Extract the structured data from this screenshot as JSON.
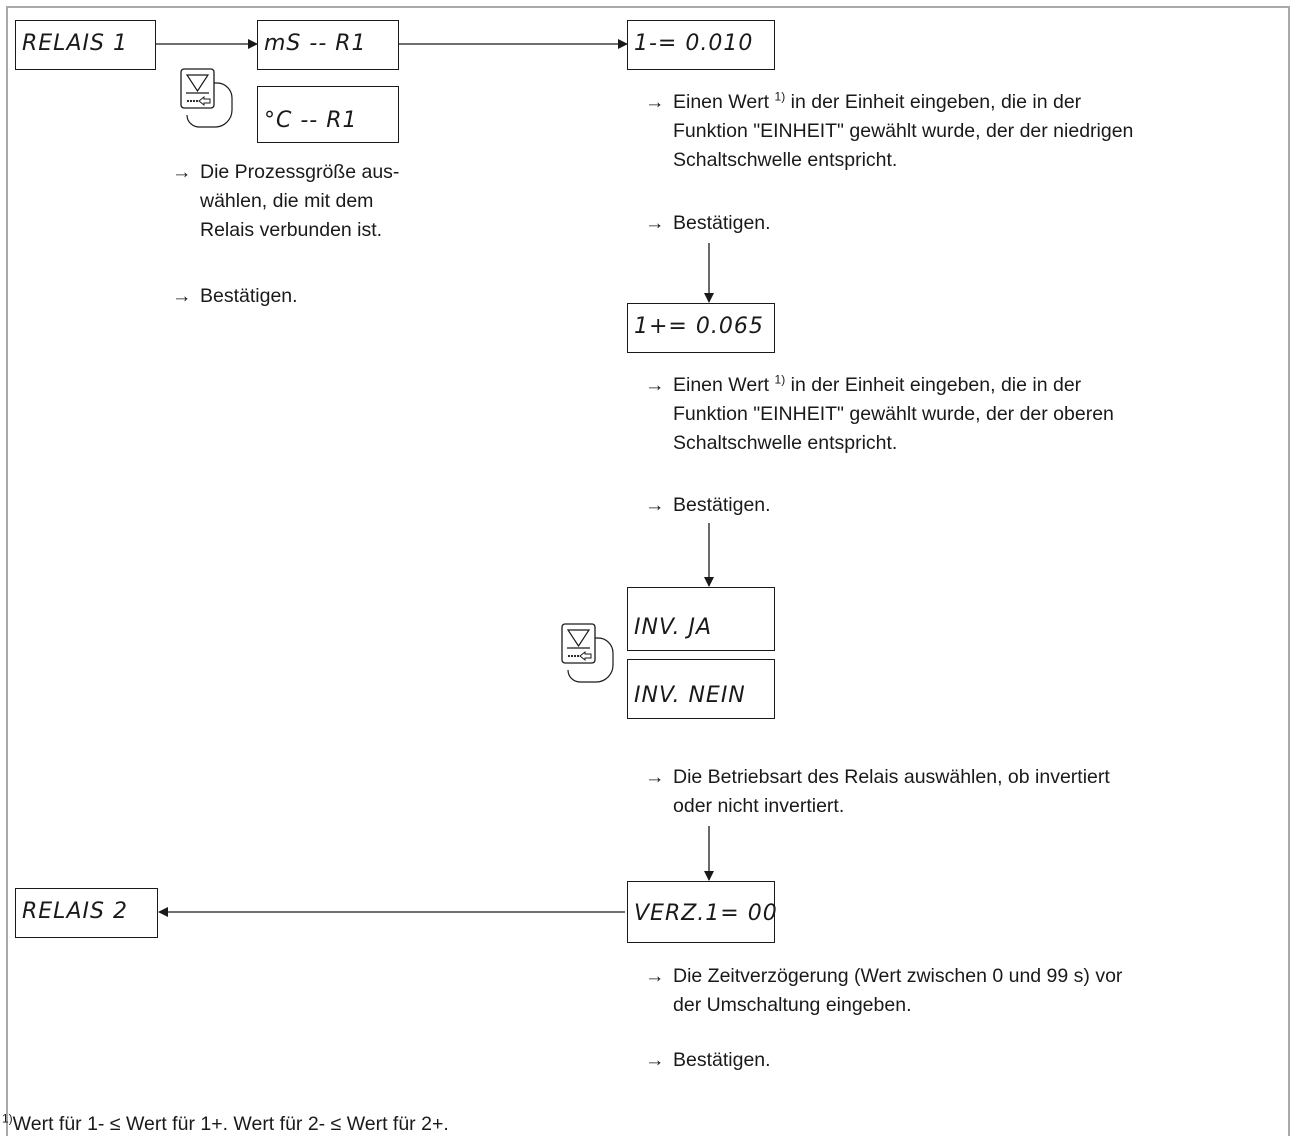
{
  "displays": {
    "relais1": "RELAIS 1",
    "ms_r1": "mS -- R1",
    "c_r1": "°C -- R1",
    "low": "1-= 0.010",
    "high": "1+= 0.065",
    "inv_ja": "INV. JA",
    "inv_nein": "INV. NEIN",
    "verz": "VERZ.1= 00",
    "relais2": "RELAIS 2"
  },
  "texts": {
    "arrow": "→",
    "select_process": [
      "Die Prozessgröße aus-",
      "wählen, die mit dem",
      "Relais verbunden ist."
    ],
    "confirm": "Bestätigen.",
    "low_value": [
      "Einen Wert",
      "in der Einheit eingeben, die in der",
      "Funktion \"EINHEIT\" gewählt wurde, der der niedrigen",
      "Schaltschwelle entspricht."
    ],
    "high_value": [
      "Einen Wert",
      "in der Einheit eingeben, die in der",
      "Funktion \"EINHEIT\" gewählt wurde, der der oberen",
      "Schaltschwelle entspricht."
    ],
    "mode": [
      "Die Betriebsart des Relais auswählen, ob invertiert",
      "oder nicht invertiert."
    ],
    "delay": [
      "Die Zeitverzögerung (Wert zwischen 0 und 99 s) vor",
      "der Umschaltung eingeben."
    ],
    "footnote_mark": "1)"
  },
  "footnote": "Wert für 1- ≤ Wert für 1+. Wert für 2- ≤ Wert für 2+.",
  "icons": [
    "arrow-down-key-icon"
  ]
}
